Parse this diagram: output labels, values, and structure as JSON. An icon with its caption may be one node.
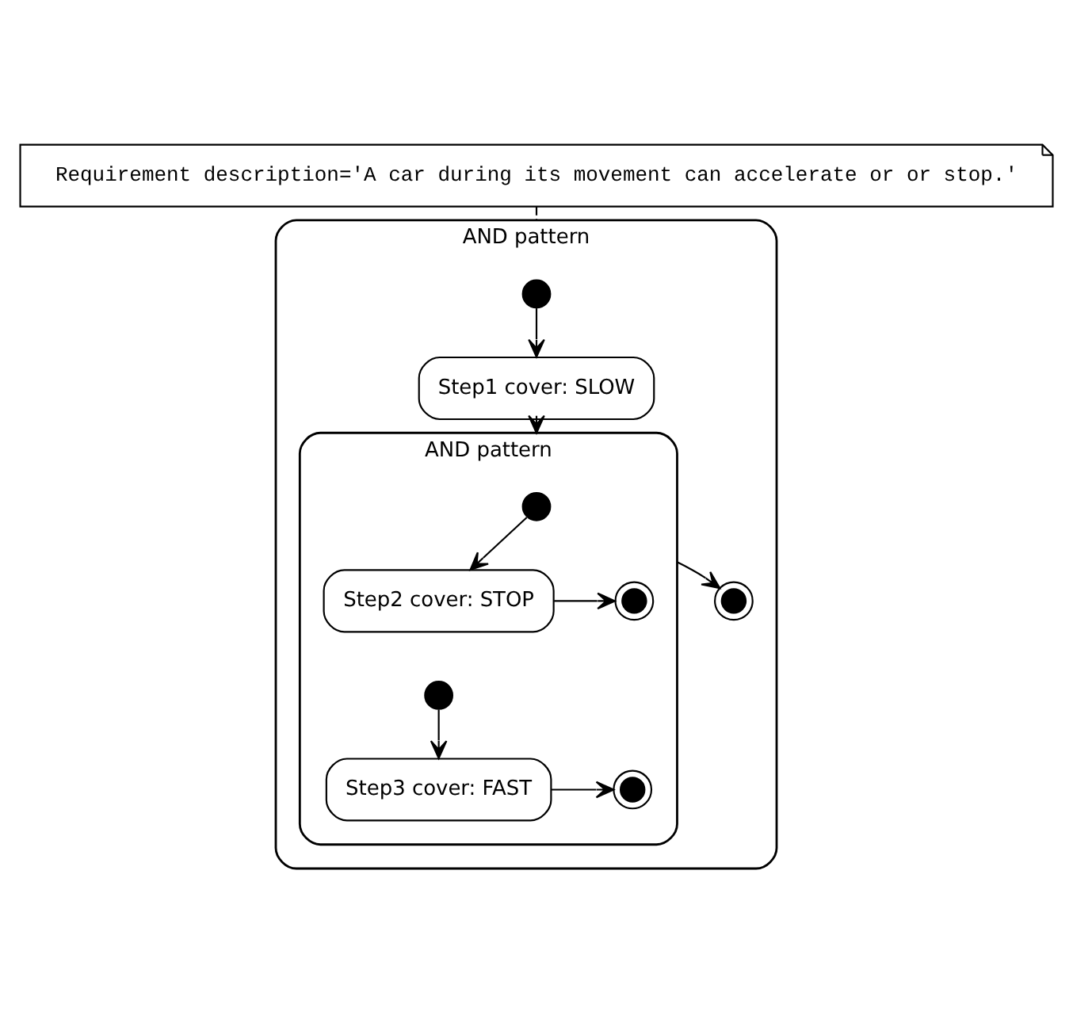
{
  "diagram": {
    "nodes": [
      {
        "text": [
          "Requirement description='A car during its movement can accelerate or or stop.'"
        ]
      },
      {
        "text": [
          "AND pattern"
        ]
      },
      {
        "text": [],
        "shape": "circle",
        "in": 1
      },
      {
        "text": [
          "Step1 cover: SLOW"
        ],
        "in": 1
      },
      {
        "text": [
          "AND pattern"
        ],
        "in": 1
      },
      {
        "text": [],
        "shape": "circle",
        "in": 4
      },
      {
        "text": [
          "Step2 cover: STOP"
        ],
        "in": 4
      },
      {
        "text": [],
        "shape": "bullseye",
        "in": 4
      },
      {
        "text": [],
        "shape": "circle",
        "in": 4
      },
      {
        "text": [
          "Step3 cover: FAST"
        ],
        "in": 4
      },
      {
        "text": [],
        "shape": "bullseye",
        "in": 4
      },
      {
        "text": [],
        "shape": "bullseye",
        "in": 1
      }
    ],
    "edges": [
      {
        "from": 0,
        "to": 1,
        "arrow": "none",
        "style": "dashed"
      },
      {
        "from": 2,
        "to": 3,
        "arrow": "to"
      },
      {
        "from": 3,
        "to": 4,
        "arrow": "to"
      },
      {
        "from": 5,
        "to": 6,
        "arrow": "to"
      },
      {
        "from": 6,
        "to": 7,
        "arrow": "to"
      },
      {
        "from": 8,
        "to": 9,
        "arrow": "to"
      },
      {
        "from": 9,
        "to": 10,
        "arrow": "to"
      },
      {
        "from": 4,
        "to": 11,
        "arrow": "to"
      }
    ]
  }
}
